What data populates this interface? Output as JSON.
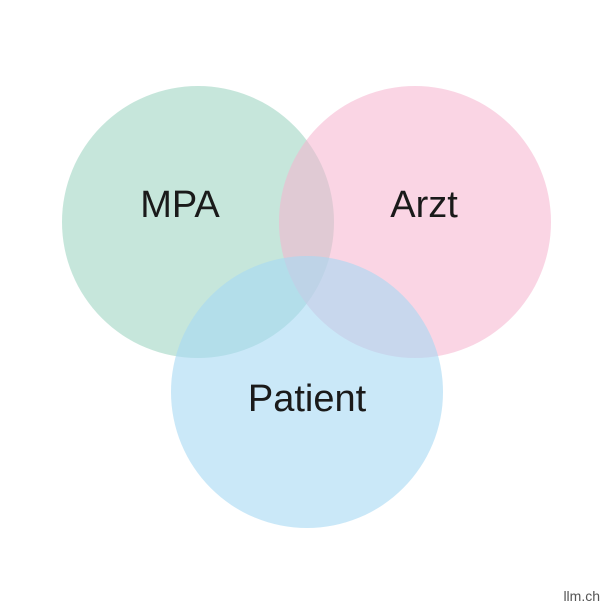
{
  "diagram": {
    "type": "venn",
    "sets": [
      {
        "label": "MPA",
        "color": "#a3d6c5"
      },
      {
        "label": "Arzt",
        "color": "#f5b3cd"
      },
      {
        "label": "Patient",
        "color": "#a6d8f4"
      }
    ]
  },
  "watermark": "llm.ch"
}
